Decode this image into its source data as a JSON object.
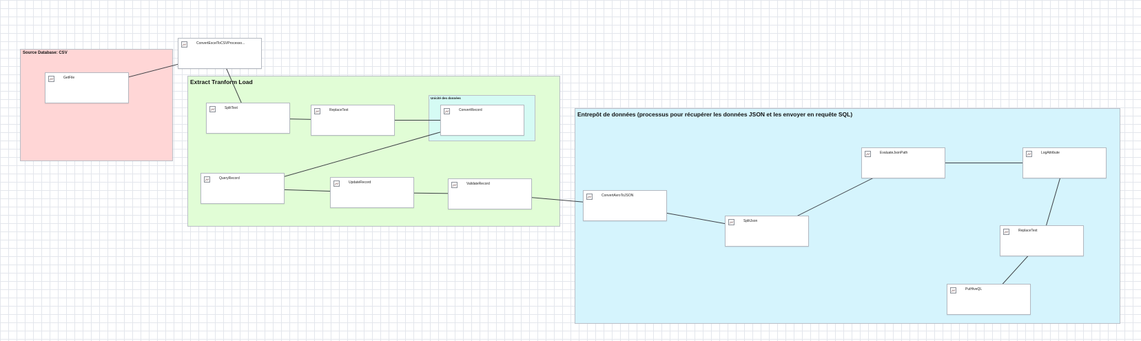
{
  "canvas": {
    "background": "#ffffff",
    "grid": true
  },
  "groups": [
    {
      "id": "source",
      "title": "Source Database: CSV",
      "fill": "#ffd6d6"
    },
    {
      "id": "etl",
      "title": "Extract Tranform Load",
      "fill": "#e1fdd6"
    },
    {
      "id": "unicite",
      "title": "Unicité des données",
      "fill": "#d5fbf4"
    },
    {
      "id": "entrepot",
      "title": "Entrepôt de données (processus pour récupérer les données JSON et les envoyer en requête SQL)",
      "fill": "#d5f4fd"
    }
  ],
  "processors": [
    {
      "id": "getfile",
      "label": "GetFile",
      "icon": "processor-icon"
    },
    {
      "id": "convertexcel",
      "label": "ConvertExcelToCSVProcesso...",
      "icon": "processor-icon"
    },
    {
      "id": "splittext",
      "label": "SplitText",
      "icon": "processor-icon"
    },
    {
      "id": "replacetext1",
      "label": "ReplaceText",
      "icon": "processor-icon"
    },
    {
      "id": "convertrecord",
      "label": "ConvertRecord",
      "icon": "processor-icon"
    },
    {
      "id": "queryrecord",
      "label": "QueryRecord",
      "icon": "processor-icon"
    },
    {
      "id": "updaterecord",
      "label": "UpdateRecord",
      "icon": "processor-icon"
    },
    {
      "id": "validaterecord",
      "label": "ValidateRecord",
      "icon": "processor-icon"
    },
    {
      "id": "convertavro",
      "label": "ConvertAvroToJSON",
      "icon": "processor-icon"
    },
    {
      "id": "splitjson",
      "label": "SplitJson",
      "icon": "processor-icon"
    },
    {
      "id": "evaluatejson",
      "label": "EvaluateJsonPath",
      "icon": "processor-icon"
    },
    {
      "id": "logattribute",
      "label": "LogAttribute",
      "icon": "processor-icon"
    },
    {
      "id": "replacetext2",
      "label": "ReplaceText",
      "icon": "processor-icon"
    },
    {
      "id": "putsql",
      "label": "PutHiveQL",
      "icon": "processor-icon"
    }
  ],
  "connections": [
    [
      "getfile",
      "convertexcel"
    ],
    [
      "convertexcel",
      "splittext"
    ],
    [
      "splittext",
      "replacetext1"
    ],
    [
      "replacetext1",
      "convertrecord"
    ],
    [
      "convertrecord",
      "queryrecord"
    ],
    [
      "queryrecord",
      "updaterecord"
    ],
    [
      "updaterecord",
      "validaterecord"
    ],
    [
      "validaterecord",
      "convertavro"
    ],
    [
      "convertavro",
      "splitjson"
    ],
    [
      "splitjson",
      "evaluatejson"
    ],
    [
      "evaluatejson",
      "logattribute"
    ],
    [
      "logattribute",
      "replacetext2"
    ],
    [
      "replacetext2",
      "putsql"
    ]
  ]
}
